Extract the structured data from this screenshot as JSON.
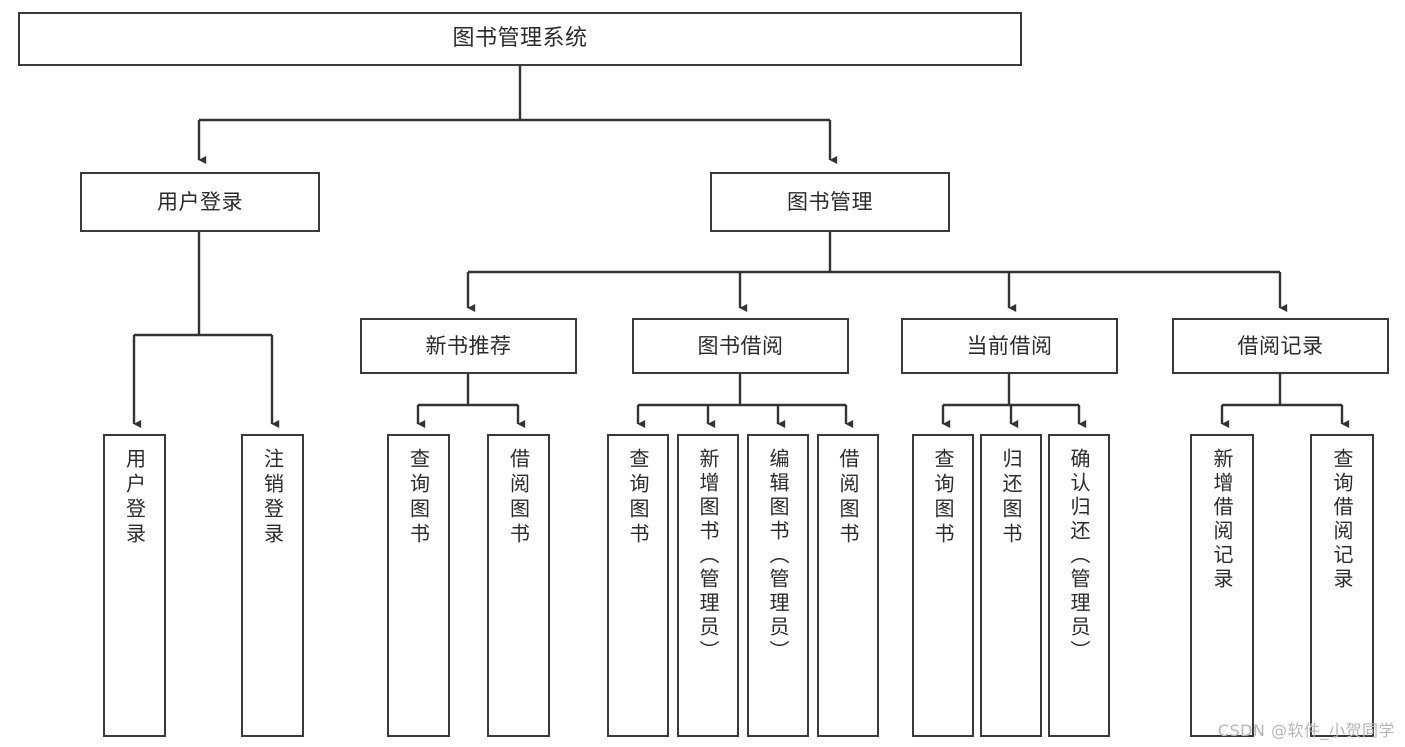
{
  "diagram": {
    "type": "hierarchy-tree",
    "title": "图书管理系统",
    "watermark": "CSDN @软件_小贺同学",
    "colors": {
      "node_border": "#3a3a3a",
      "node_fill": "#ffffff",
      "connector": "#333333",
      "text": "#2b2b2b",
      "watermark": "#b6b6b6",
      "background": "#ffffff"
    },
    "levels": [
      {
        "level": 1,
        "nodes": [
          {
            "id": "root",
            "label": "图书管理系统",
            "orientation": "horizontal"
          }
        ]
      },
      {
        "level": 2,
        "nodes": [
          {
            "id": "user-login",
            "label": "用户登录",
            "orientation": "horizontal",
            "parent": "root"
          },
          {
            "id": "book-manage",
            "label": "图书管理",
            "orientation": "horizontal",
            "parent": "root"
          }
        ]
      },
      {
        "level": 3,
        "nodes": [
          {
            "id": "new-book-rec",
            "label": "新书推荐",
            "orientation": "horizontal",
            "parent": "book-manage"
          },
          {
            "id": "book-borrow",
            "label": "图书借阅",
            "orientation": "horizontal",
            "parent": "book-manage"
          },
          {
            "id": "current-borrow",
            "label": "当前借阅",
            "orientation": "horizontal",
            "parent": "book-manage"
          },
          {
            "id": "borrow-record",
            "label": "借阅记录",
            "orientation": "horizontal",
            "parent": "book-manage"
          }
        ]
      },
      {
        "level": 4,
        "nodes": [
          {
            "id": "leaf-user-login",
            "label": "用户登录",
            "orientation": "vertical",
            "parent": "user-login"
          },
          {
            "id": "leaf-user-logout",
            "label": "注销登录",
            "orientation": "vertical",
            "parent": "user-login"
          },
          {
            "id": "leaf-query-book-1",
            "label": "查询图书",
            "orientation": "vertical",
            "parent": "new-book-rec"
          },
          {
            "id": "leaf-borrow-book-1",
            "label": "借阅图书",
            "orientation": "vertical",
            "parent": "new-book-rec"
          },
          {
            "id": "leaf-query-book-2",
            "label": "查询图书",
            "orientation": "vertical",
            "parent": "book-borrow"
          },
          {
            "id": "leaf-add-book",
            "label": "新增图书（管理员）",
            "orientation": "vertical",
            "parent": "book-borrow"
          },
          {
            "id": "leaf-edit-book",
            "label": "编辑图书（管理员）",
            "orientation": "vertical",
            "parent": "book-borrow"
          },
          {
            "id": "leaf-borrow-book-2",
            "label": "借阅图书",
            "orientation": "vertical",
            "parent": "book-borrow"
          },
          {
            "id": "leaf-query-book-3",
            "label": "查询图书",
            "orientation": "vertical",
            "parent": "current-borrow"
          },
          {
            "id": "leaf-return-book",
            "label": "归还图书",
            "orientation": "vertical",
            "parent": "current-borrow"
          },
          {
            "id": "leaf-confirm-return",
            "label": "确认归还（管理员）",
            "orientation": "vertical",
            "parent": "current-borrow"
          },
          {
            "id": "leaf-add-record",
            "label": "新增借阅记录",
            "orientation": "vertical",
            "parent": "borrow-record"
          },
          {
            "id": "leaf-query-record",
            "label": "查询借阅记录",
            "orientation": "vertical",
            "parent": "borrow-record"
          }
        ]
      }
    ]
  }
}
